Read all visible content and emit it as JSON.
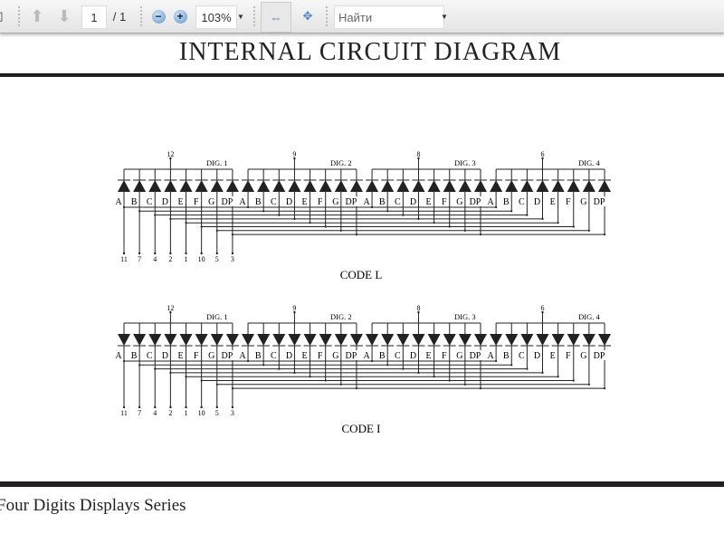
{
  "toolbar": {
    "page_current": "1",
    "page_total": "/ 1",
    "zoom": "103%",
    "search_placeholder": "Найти"
  },
  "title": "INTERNAL CIRCUIT DIAGRAM",
  "footer": "Four Digits Displays Series",
  "diagram": {
    "segments": [
      "A",
      "B",
      "C",
      "D",
      "E",
      "F",
      "G",
      "DP"
    ],
    "segment_pins": [
      "11",
      "7",
      "4",
      "2",
      "1",
      "10",
      "5",
      "3"
    ],
    "digits": [
      {
        "label": "DIG. 1",
        "pin": "12"
      },
      {
        "label": "DIG. 2",
        "pin": "9"
      },
      {
        "label": "DIG. 3",
        "pin": "8"
      },
      {
        "label": "DIG. 4",
        "pin": "6"
      }
    ],
    "codes": [
      {
        "label": "CODE L",
        "direction": "up"
      },
      {
        "label": "CODE I",
        "direction": "down"
      }
    ]
  }
}
